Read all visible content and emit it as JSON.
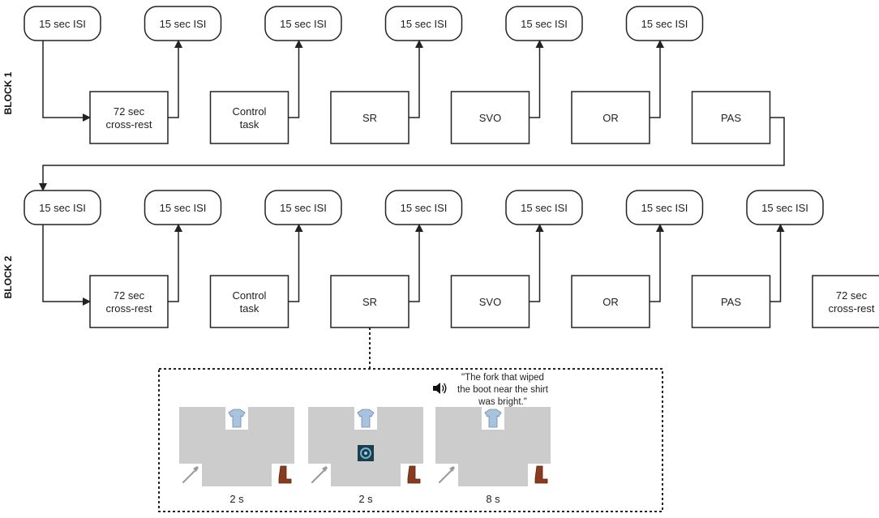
{
  "blocks": [
    {
      "label": "BLOCK 1",
      "isi_label": "15 sec ISI",
      "isi_count": 6,
      "tasks": [
        [
          "72 sec",
          "cross-rest"
        ],
        [
          "Control",
          "task"
        ],
        [
          "SR"
        ],
        [
          "SVO"
        ],
        [
          "OR"
        ],
        [
          "PAS"
        ]
      ]
    },
    {
      "label": "BLOCK 2",
      "isi_label": "15 sec ISI",
      "isi_count": 7,
      "tasks": [
        [
          "72 sec",
          "cross-rest"
        ],
        [
          "Control",
          "task"
        ],
        [
          "SR"
        ],
        [
          "SVO"
        ],
        [
          "OR"
        ],
        [
          "PAS"
        ],
        [
          "72 sec",
          "cross-rest"
        ]
      ]
    }
  ],
  "detail": {
    "expands_task": "SR",
    "audio_icon": "speaker-icon",
    "sentence_lines": [
      "\"The fork that wiped",
      "the boot near the shirt",
      "was bright.\""
    ],
    "frames": [
      {
        "duration": "2 s",
        "center_image": null
      },
      {
        "duration": "2 s",
        "center_image": "scrambled-image"
      },
      {
        "duration": "8 s",
        "center_image": null
      }
    ],
    "object_images": {
      "top": "shirt-image",
      "left": "fork-image",
      "right": "boot-image"
    }
  },
  "colors": {
    "frame_gray": "#cccccc",
    "line": "#222222",
    "shirt": "#a9c3dd",
    "boot": "#8a3b1d",
    "fork": "#9a9a9a"
  }
}
